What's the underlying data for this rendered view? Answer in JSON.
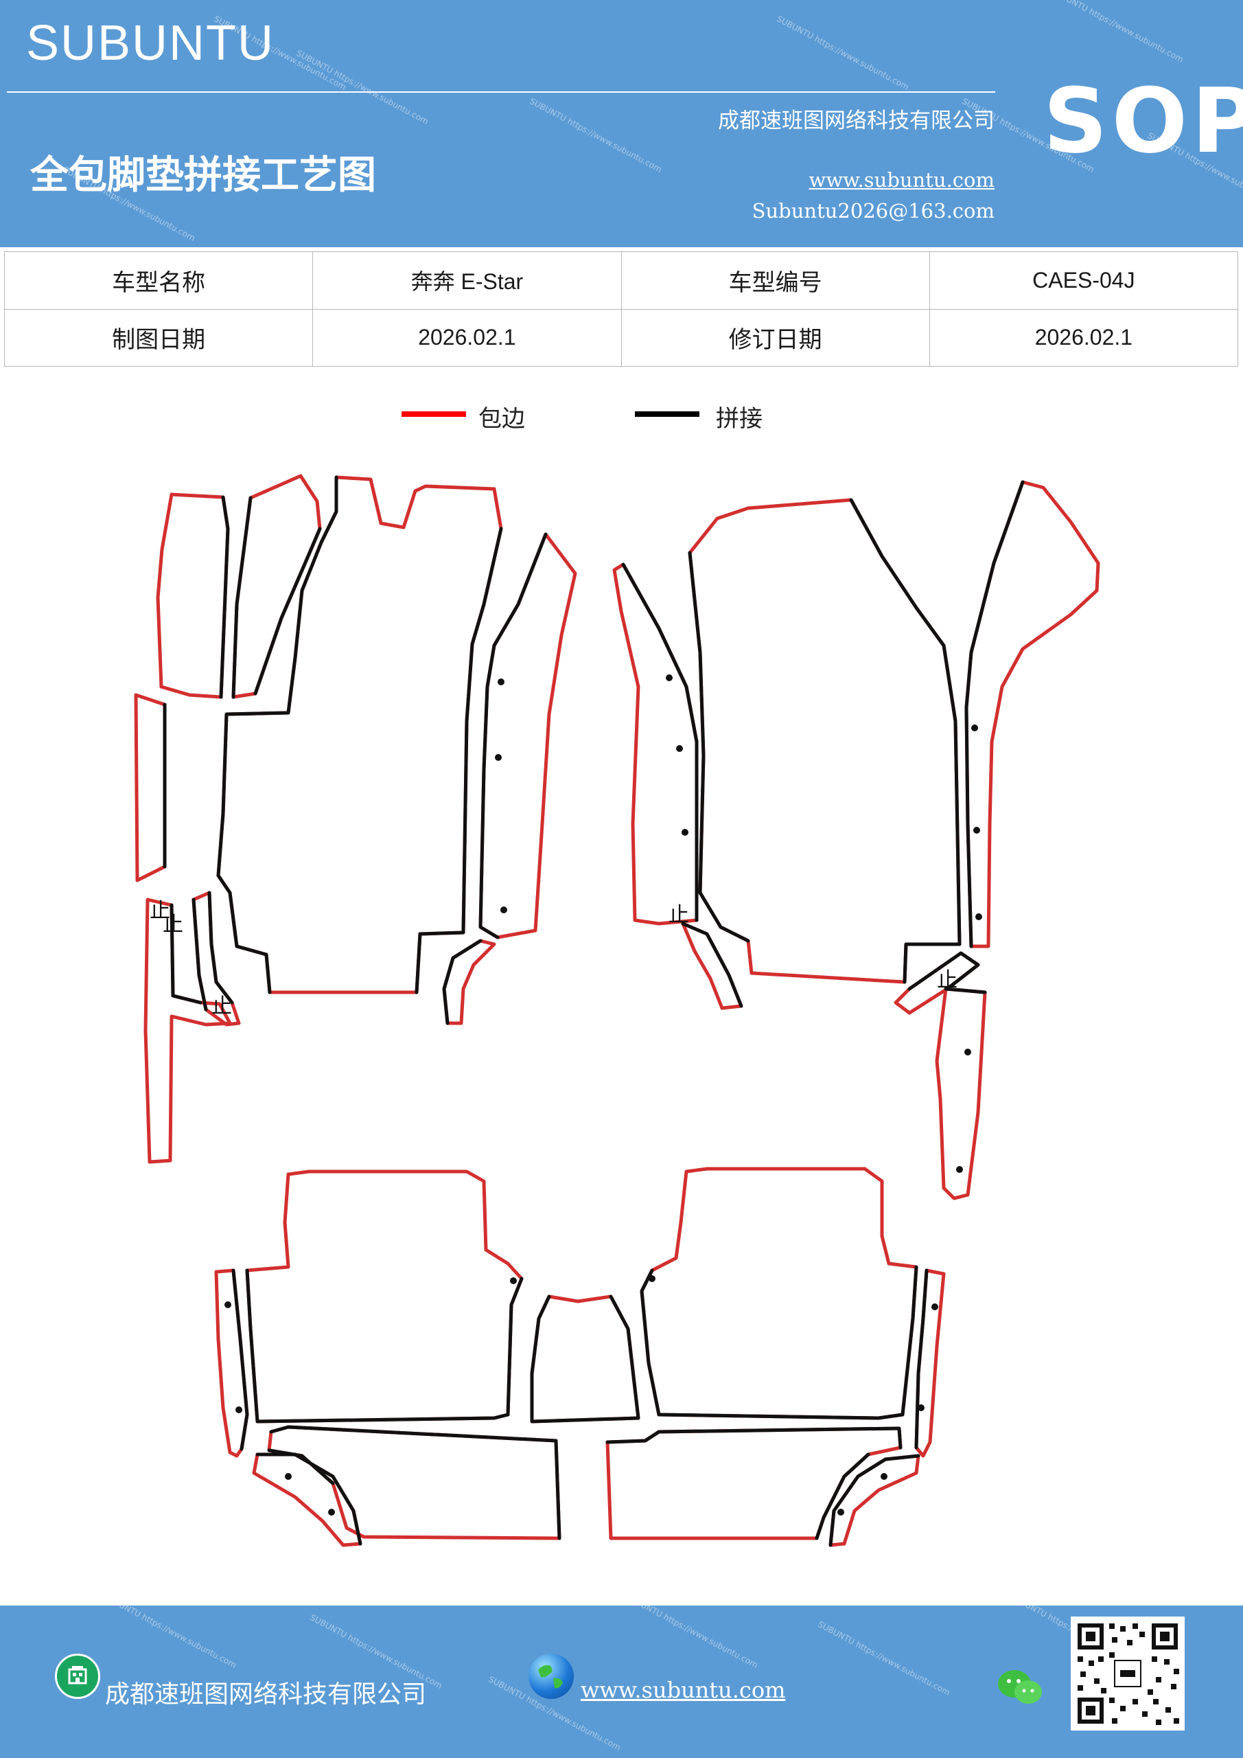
{
  "header": {
    "brand": "SUBUNTU",
    "title": "全包脚垫拼接工艺图",
    "company": "成都速班图网络科技有限公司",
    "website": "www.subuntu.com",
    "email": "Subuntu2026@163.com",
    "badge": "SOP"
  },
  "info_table": {
    "model_name_label": "车型名称",
    "model_name_value": "奔奔 E-Star",
    "model_code_label": "车型编号",
    "model_code_value": "CAES-04J",
    "draw_date_label": "制图日期",
    "draw_date_value": "2026.02.1",
    "revise_date_label": "修订日期",
    "revise_date_value": "2026.02.1"
  },
  "legend": [
    {
      "label": "包边",
      "color": "#ff0000"
    },
    {
      "label": "拼接",
      "color": "#000000"
    }
  ],
  "diagram": {
    "stop_mark": "止",
    "edge_color": "#d32f2f",
    "seam_color": "#111111"
  },
  "footer": {
    "company": "成都速班图网络科技有限公司",
    "website": "www.subuntu.com",
    "building_icon": "building-icon",
    "globe_icon": "globe-icon",
    "wechat_icon": "wechat-icon"
  },
  "colors": {
    "brand_blue": "#5b9bd5"
  }
}
